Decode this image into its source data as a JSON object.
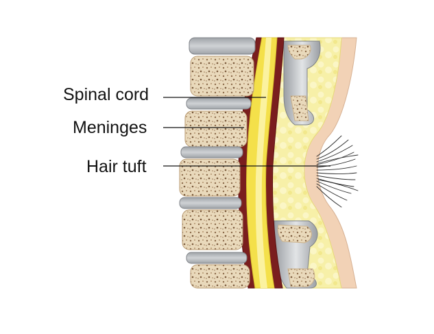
{
  "labels": {
    "spinal_cord": "Spinal cord",
    "meninges": "Meninges",
    "hair_tuft": "Hair tuft"
  },
  "colors": {
    "bone_fill": "#e7d6b8",
    "bone_speckle": "#8b6a4a",
    "disc_fill": "#b9bcc0",
    "fat_fill": "#f6ef9c",
    "skin_fill": "#f2d2b6",
    "meninges_fill": "#7a1e1e",
    "cord_fill": "#f4e04a",
    "hair_color": "#2a2a2a",
    "leader_line": "#111111"
  }
}
